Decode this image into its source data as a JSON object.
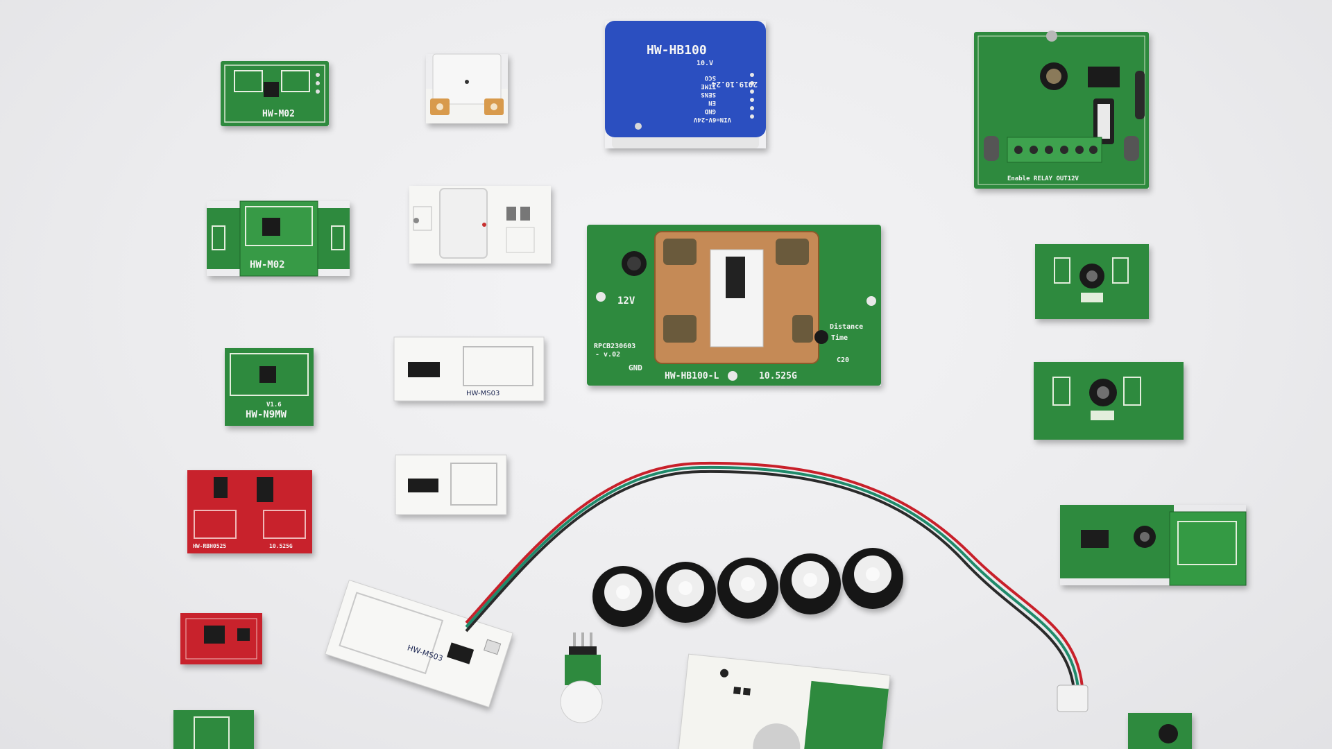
{
  "scene": {
    "background_color": "#ececee",
    "board_colors": {
      "green": "#2e8a3e",
      "red": "#c8222c",
      "white": "#f2f2f0",
      "blue": "#2b4fc0"
    }
  },
  "labels": {
    "blue_title": "HW-HB100",
    "blue_version": "10.V",
    "blue_date": "2019.10.24",
    "blue_pins": [
      "VIN=6V-24V",
      "GND",
      "EN",
      "SENS",
      "TIME",
      "SCO"
    ],
    "big_title": "HW-HB100-L",
    "big_freq": "10.525G",
    "big_voltage": "12V",
    "big_rev": "RPCB230603",
    "big_ver": "- v.02",
    "big_distance": "Distance",
    "big_time": "Time",
    "big_c20": "C20",
    "big_gnd": "GND",
    "m02": "HW-M02",
    "n9mw": "HW-N9MW",
    "n9mw_ver": "V1.6",
    "ms03": "HW-MS03",
    "red_name": "HW-RBH0525",
    "red_freq": "10.525G",
    "relay_text": "Enable RELAY OUT12V"
  }
}
